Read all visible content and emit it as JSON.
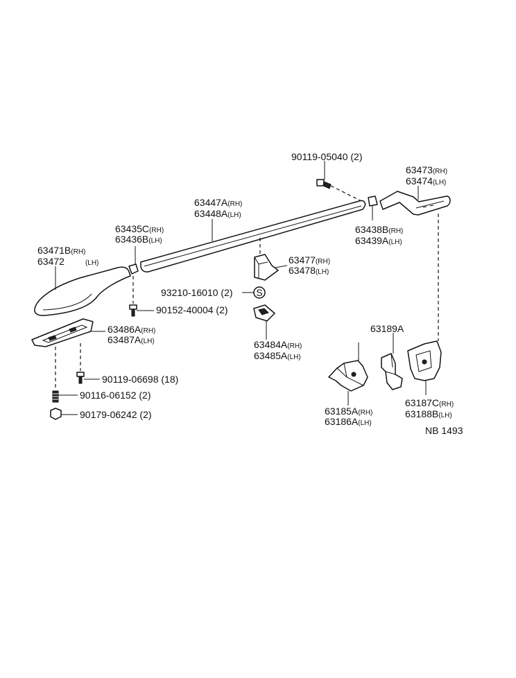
{
  "diagram_code": "NB 1493",
  "parts": {
    "end_cover_front": {
      "no1": "63471B",
      "tag1": "(RH)",
      "no2": "63472",
      "tag2": "(LH)"
    },
    "spacer_front": {
      "no1": "63435C",
      "tag1": "(RH)",
      "no2": "63436B",
      "tag2": "(LH)"
    },
    "rail": {
      "no1": "63447A",
      "tag1": "(RH)",
      "no2": "63448A",
      "tag2": "(LH)"
    },
    "screw_top": {
      "text": "90119-05040 (2)"
    },
    "end_cover_rear": {
      "no1": "63473",
      "tag1": "(RH)",
      "no2": "63474",
      "tag2": "(LH)"
    },
    "spacer_rear": {
      "no1": "63438B",
      "tag1": "(RH)",
      "no2": "63439A",
      "tag2": "(LH)"
    },
    "support": {
      "no1": "63477",
      "tag1": "(RH)",
      "no2": "63478",
      "tag2": "(LH)"
    },
    "clip": {
      "text": "93210-16010 (2)",
      "symbol": "S"
    },
    "bolt_front": {
      "text": "90152-40004 (2)"
    },
    "pad_support": {
      "no1": "63484A",
      "tag1": "(RH)",
      "no2": "63485A",
      "tag2": "(LH)"
    },
    "base_plate": {
      "no1": "63486A",
      "tag1": "(RH)",
      "no2": "63487A",
      "tag2": "(LH)"
    },
    "bolt_plate": {
      "text": "90119-06698 (18)"
    },
    "stud": {
      "text": "90116-06152 (2)"
    },
    "nut": {
      "text": "90179-06242 (2)"
    },
    "bracket_center": {
      "text": "63189A"
    },
    "bracket_left": {
      "no1": "63185A",
      "tag1": "(RH)",
      "no2": "63186A",
      "tag2": "(LH)"
    },
    "bracket_right": {
      "no1": "63187C",
      "tag1": "(RH)",
      "no2": "63188B",
      "tag2": "(LH)"
    }
  }
}
